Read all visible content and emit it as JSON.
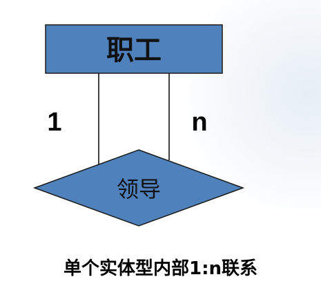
{
  "entity": {
    "label": "职工",
    "fill": "#4f81bd"
  },
  "relationship": {
    "label": "领导",
    "fill": "#4f81bd"
  },
  "cardinality": {
    "left": "1",
    "right": "n"
  },
  "caption": "单个实体型内部1:n联系"
}
